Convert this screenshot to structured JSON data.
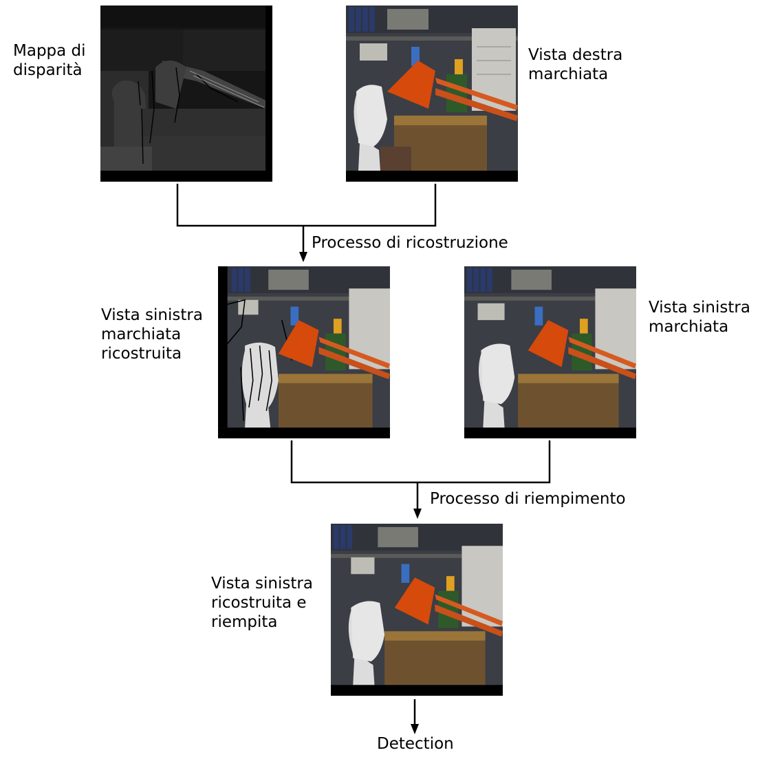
{
  "labels": {
    "disparity_map": "Mappa di\ndisparità",
    "right_view_marked": "Vista destra\nmarchiata",
    "reconstruction_process": "Processo di ricostruzione",
    "left_view_marked_reconstructed": "Vista sinistra\nmarchiata\nricostruita",
    "left_view_marked": "Vista sinistra\nmarchiata",
    "filling_process": "Processo di riempimento",
    "left_view_reconstructed_filled": "Vista sinistra\nricostruita e\nriempita",
    "detection": "Detection"
  },
  "colors": {
    "lamp": "#d64a0c",
    "shelf": "#3e4147",
    "table": "#9a7439",
    "bust": "#dcdcdc",
    "disparity_dark": "#141414"
  }
}
